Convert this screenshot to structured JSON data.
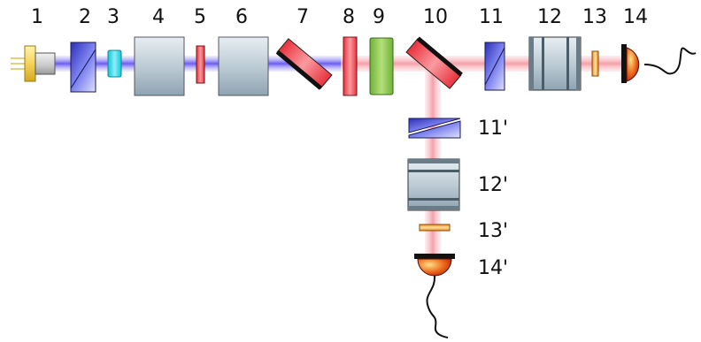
{
  "labels": {
    "l1": "1",
    "l2": "2",
    "l3": "3",
    "l4": "4",
    "l5": "5",
    "l6": "6",
    "l7": "7",
    "l8": "8",
    "l9": "9",
    "l10": "10",
    "l11": "11",
    "l12": "12",
    "l13": "13",
    "l14": "14",
    "l11p": "11'",
    "l12p": "12'",
    "l13p": "13'",
    "l14p": "14'"
  },
  "colors": {
    "blue_beam": "#6a5cf0",
    "red_beam": "#f4a0a8",
    "mirror_red": "#e8323c",
    "green_crystal": "#8ec84a",
    "cyan_filter": "#2fd8e8",
    "lens_gray": "#b9c8d2",
    "prism_blue": "#4c52d8",
    "detector_red": "#c81e10",
    "filter_orange": "#f0a040"
  }
}
